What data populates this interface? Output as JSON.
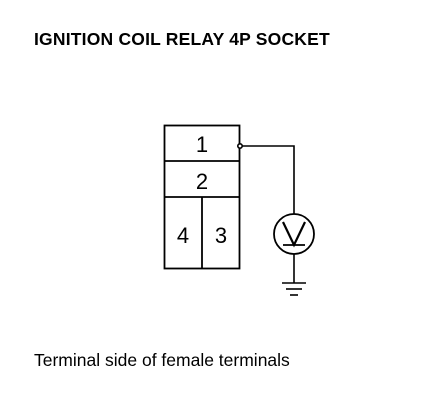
{
  "title": "IGNITION COIL RELAY 4P SOCKET",
  "connector": {
    "terminals": [
      {
        "id": "t1",
        "label": "1"
      },
      {
        "id": "t2",
        "label": "2"
      },
      {
        "id": "t4",
        "label": "4"
      },
      {
        "id": "t3",
        "label": "3"
      }
    ]
  },
  "meter": {
    "symbol": "voltmeter-icon",
    "label": "V"
  },
  "ground": {
    "symbol": "ground-icon"
  },
  "caption": "Terminal side of female terminals"
}
